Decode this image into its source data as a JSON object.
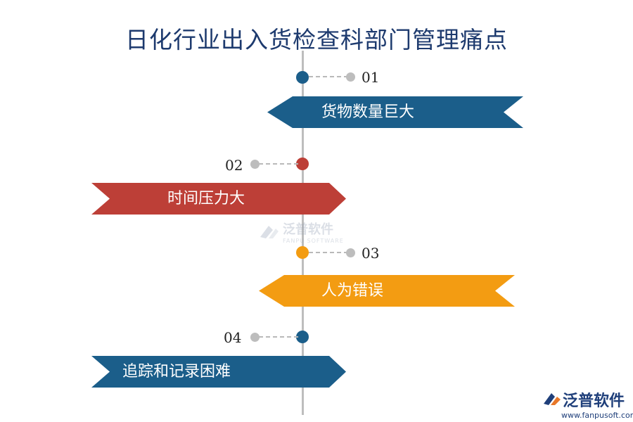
{
  "title": "日化行业出入货检查科部门管理痛点",
  "items": [
    {
      "num": "01",
      "label": "货物数量巨大",
      "color": "#1b5e8a"
    },
    {
      "num": "02",
      "label": "时间压力大",
      "color": "#bd3f37"
    },
    {
      "num": "03",
      "label": "人为错误",
      "color": "#f39c12"
    },
    {
      "num": "04",
      "label": "追踪和记录困难",
      "color": "#1b5e8a"
    }
  ],
  "watermark": {
    "name": "泛普软件",
    "sub": "FANPU SOFTWARE"
  },
  "logo": {
    "name": "泛普软件",
    "url": "www.fanpusoft.com"
  }
}
